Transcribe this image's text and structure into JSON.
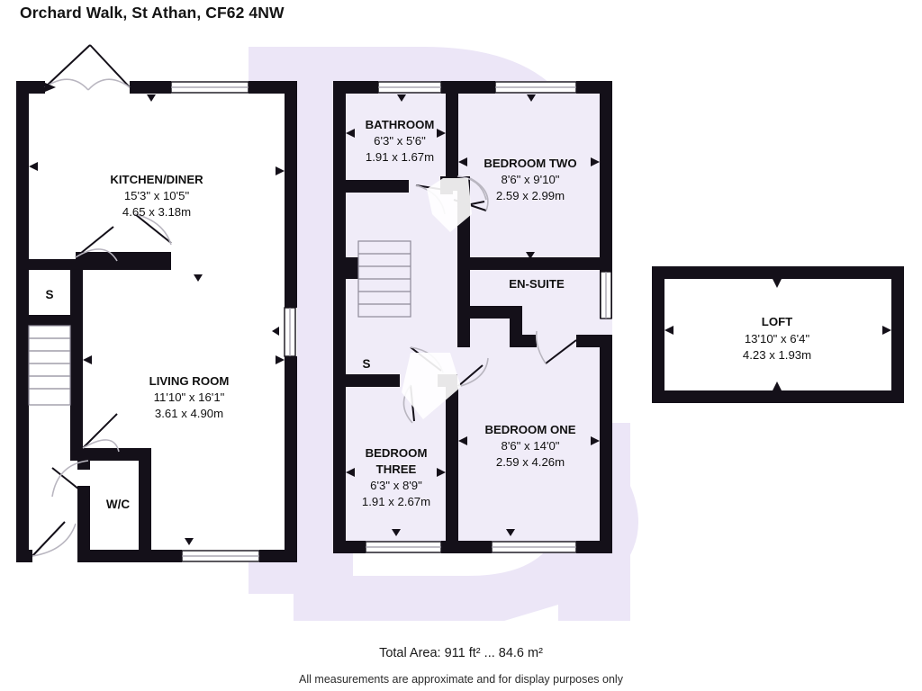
{
  "title": "Orchard Walk, St Athan, CF62 4NW",
  "footer": {
    "total_area": "Total Area: 911 ft² ... 84.6 m²",
    "disclaimer": "All measurements are approximate and for display purposes only"
  },
  "colors": {
    "wall": "#141019",
    "floor_ground": "#ffffff",
    "floor_first": "#f0ecf8",
    "watermark": "#ece6f7",
    "text": "#111111",
    "window_fill": "#ffffff",
    "page_background": "#ffffff"
  },
  "ground_floor": {
    "rooms": [
      {
        "key": "kitchen_diner",
        "name": "KITCHEN/DINER",
        "dim_imperial": "15'3\" x 10'5\"",
        "dim_metric": "4.65 x 3.18m"
      },
      {
        "key": "living_room",
        "name": "LIVING ROOM",
        "dim_imperial": "11'10\" x 16'1\"",
        "dim_metric": "3.61 x 4.90m"
      },
      {
        "key": "wc",
        "name": "W/C",
        "dim_imperial": "",
        "dim_metric": ""
      },
      {
        "key": "store_ground",
        "name": "S",
        "dim_imperial": "",
        "dim_metric": ""
      }
    ]
  },
  "first_floor": {
    "rooms": [
      {
        "key": "bathroom",
        "name": "BATHROOM",
        "dim_imperial": "6'3\" x 5'6\"",
        "dim_metric": "1.91 x 1.67m"
      },
      {
        "key": "bedroom_two",
        "name": "BEDROOM TWO",
        "dim_imperial": "8'6\" x 9'10\"",
        "dim_metric": "2.59 x 2.99m"
      },
      {
        "key": "en_suite",
        "name": "EN-SUITE",
        "dim_imperial": "",
        "dim_metric": ""
      },
      {
        "key": "bedroom_one",
        "name": "BEDROOM ONE",
        "dim_imperial": "8'6\" x 14'0\"",
        "dim_metric": "2.59 x 4.26m"
      },
      {
        "key": "bedroom_three",
        "name_line1": "BEDROOM",
        "name_line2": "THREE",
        "dim_imperial": "6'3\" x 8'9\"",
        "dim_metric": "1.91 x 2.67m"
      },
      {
        "key": "store_first",
        "name": "S",
        "dim_imperial": "",
        "dim_metric": ""
      }
    ]
  },
  "loft_plan": {
    "rooms": [
      {
        "key": "loft",
        "name": "LOFT",
        "dim_imperial": "13'10\" x 6'4\"",
        "dim_metric": "4.23 x 1.93m"
      }
    ]
  }
}
